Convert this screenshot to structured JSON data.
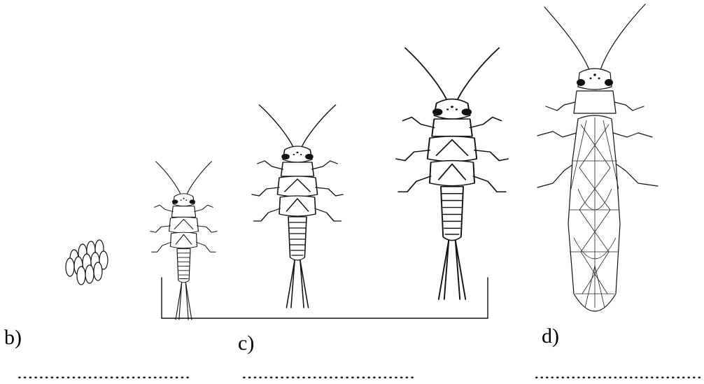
{
  "labels": {
    "b": "b)",
    "c": "c)",
    "d": "d)"
  },
  "blanks": {
    "b": "................................",
    "c": "................................",
    "d": "................................"
  }
}
